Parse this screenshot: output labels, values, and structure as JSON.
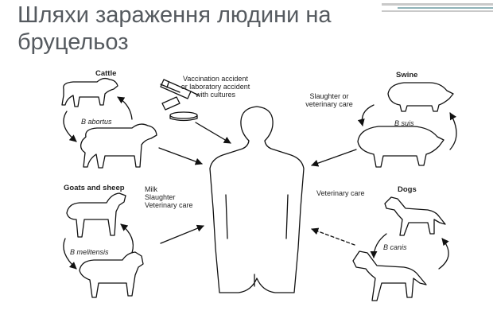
{
  "slide": {
    "title": "Шляхи зараження людини на бруцельоз"
  },
  "diagram": {
    "groups": {
      "cattle": {
        "title": "Cattle",
        "species": "B abortus"
      },
      "swine": {
        "title": "Swine",
        "species": "B suis"
      },
      "goats": {
        "title": "Goats and sheep",
        "species": "B melitensis"
      },
      "dogs": {
        "title": "Dogs",
        "species": "B canis"
      }
    },
    "routes": {
      "vaccination": "Vaccination accident\nor laboratory accident\nwith cultures",
      "slaughter_vet": "Slaughter or\nveterinary care",
      "milk": "Milk\nSlaughter\nVeterinary care",
      "vet_care": "Veterinary care"
    }
  },
  "colors": {
    "title_text": "#555a5f",
    "line": "#111111",
    "deco_teal": "#8fb3b8",
    "deco_gray": "#c9c9c9"
  }
}
